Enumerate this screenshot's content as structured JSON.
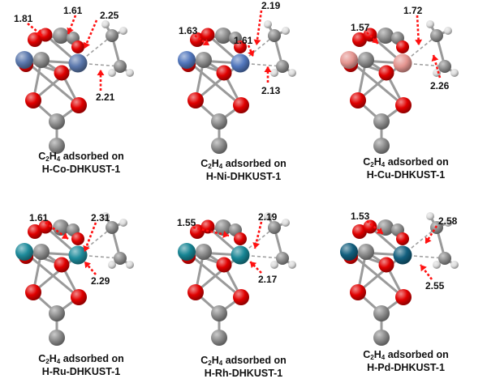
{
  "colors": {
    "oxygen": "#e00000",
    "carbon": "#8c8c8c",
    "hydrogen": "#dcdcdc",
    "arrow": "#ff1010",
    "co": "#5b78ad",
    "ni": "#5277bd",
    "cu": "#e49590",
    "ru": "#1f8c9c",
    "rh": "#178594",
    "pd": "#135f7e"
  },
  "panels": [
    {
      "id": "co",
      "metal_color_key": "co",
      "labels": [
        "1.81",
        "1.61",
        "2.25",
        "2.21"
      ],
      "caption": {
        "molecule": "C",
        "sub1": "2",
        "h": "H",
        "sub2": "4",
        "rest": " adsorbed on",
        "framework": "H-Co-DHKUST-1"
      }
    },
    {
      "id": "ni",
      "metal_color_key": "ni",
      "labels": [
        "1.63",
        "1.61",
        "2.19",
        "2.13"
      ],
      "caption": {
        "molecule": "C",
        "sub1": "2",
        "h": "H",
        "sub2": "4",
        "rest": " adsorbed on",
        "framework": "H-Ni-DHKUST-1"
      }
    },
    {
      "id": "cu",
      "metal_color_key": "cu",
      "labels": [
        "1.57",
        "1.72",
        "2.26"
      ],
      "caption": {
        "molecule": "C",
        "sub1": "2",
        "h": "H",
        "sub2": "4",
        "rest": " adsorbed on",
        "framework": "H-Cu-DHKUST-1"
      }
    },
    {
      "id": "ru",
      "metal_color_key": "ru",
      "labels": [
        "1.61",
        "2.31",
        "2.29"
      ],
      "caption": {
        "molecule": "C",
        "sub1": "2",
        "h": "H",
        "sub2": "4",
        "rest": " adsorbed on",
        "framework": "H-Ru-DHKUST-1"
      }
    },
    {
      "id": "rh",
      "metal_color_key": "rh",
      "labels": [
        "1.55",
        "2.19",
        "2.17"
      ],
      "caption": {
        "molecule": "C",
        "sub1": "2",
        "h": "H",
        "sub2": "4",
        "rest": " adsorbed on",
        "framework": "H-Rh-DHKUST-1"
      }
    },
    {
      "id": "pd",
      "metal_color_key": "pd",
      "labels": [
        "1.53",
        "2.58",
        "2.55"
      ],
      "caption": {
        "molecule": "C",
        "sub1": "2",
        "h": "H",
        "sub2": "4",
        "rest": " adsorbed on",
        "framework": "H-Pd-DHKUST-1"
      }
    }
  ]
}
